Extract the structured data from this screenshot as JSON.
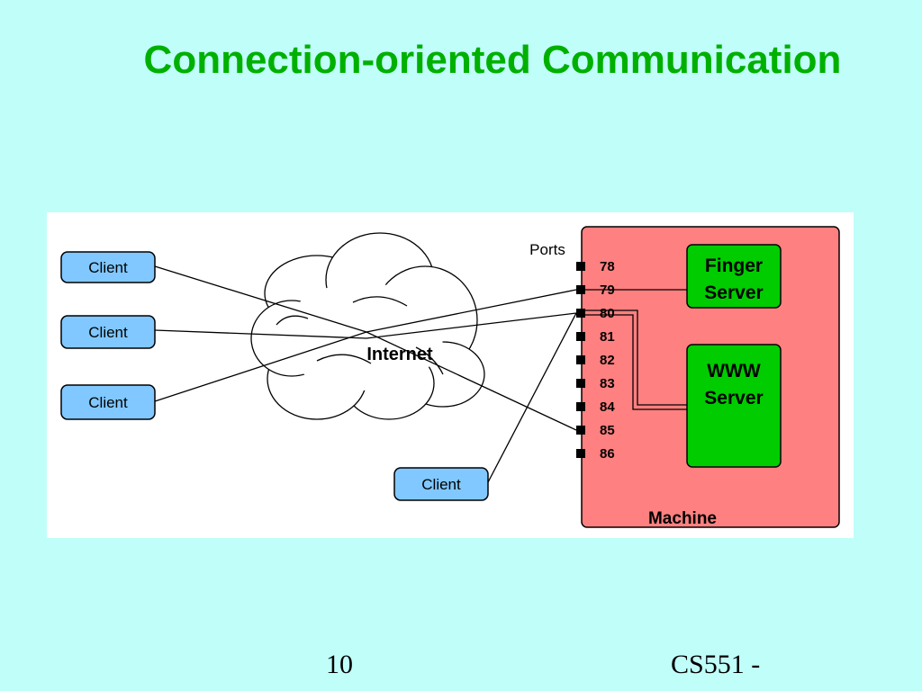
{
  "title": "Connection-oriented Communication",
  "diagram": {
    "clients": [
      "Client",
      "Client",
      "Client",
      "Client"
    ],
    "cloud_label": "Internet",
    "ports_label": "Ports",
    "ports": [
      "78",
      "79",
      "80",
      "81",
      "82",
      "83",
      "84",
      "85",
      "86"
    ],
    "servers": [
      "Finger\nServer",
      "WWW\nServer"
    ],
    "machine_label": "Machine"
  },
  "footer": {
    "page_number": "10",
    "course": "CS551 -"
  },
  "colors": {
    "background": "#c0fefa",
    "title": "#00b000",
    "client_fill": "#80c8ff",
    "machine_fill": "#ff8080",
    "server_fill": "#00cc00"
  }
}
